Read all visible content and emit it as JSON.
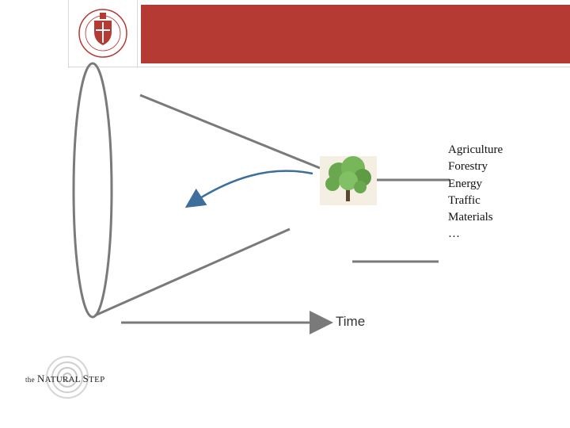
{
  "header": {
    "brand_color": "#b53a34"
  },
  "diagram": {
    "sectors": [
      "Agriculture",
      "Forestry",
      "Energy",
      "Traffic",
      "Materials",
      "…"
    ],
    "time_label": "Time",
    "line_color": "#7a7a7a",
    "arrow_color": "#3d6e9c",
    "tree_icon": "tree-icon"
  },
  "footer": {
    "logo": {
      "the": "the",
      "N": "N",
      "atural": "ATURAL",
      "S": "S",
      "tep": "TEP"
    }
  }
}
